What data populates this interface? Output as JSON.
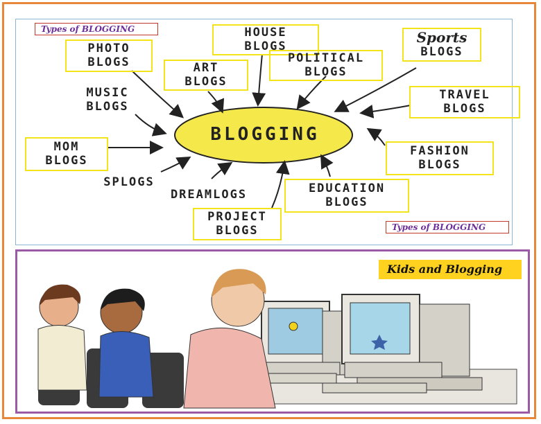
{
  "top": {
    "tag_top": "Types of  BLOGGING",
    "tag_bottom": "Types of  BLOGGING",
    "center": "BLOGGING",
    "labels": {
      "photo": [
        "PHOTO",
        "BLOGS"
      ],
      "house": [
        "HOUSE",
        "BLOGS"
      ],
      "art": [
        "ART",
        "BLOGS"
      ],
      "political": [
        "POLITICAL",
        "BLOGS"
      ],
      "sports": [
        "Sports",
        "BLOGS"
      ],
      "music": [
        "MUSIC",
        "BLOGS"
      ],
      "travel": [
        "TRAVEL",
        "BLOGS"
      ],
      "mom": [
        "MOM",
        "BLOGS"
      ],
      "splogs": [
        "SPLOGS"
      ],
      "fashion": [
        "FASHION",
        "BLOGS"
      ],
      "dreamlogs": [
        "DREAMLOGS"
      ],
      "education": [
        "EDUCATION",
        "BLOGS"
      ],
      "project": [
        "PROJECT",
        "BLOGS"
      ]
    }
  },
  "bottom": {
    "banner": "Kids and Blogging"
  },
  "colors": {
    "outer_border": "#e8863a",
    "bottom_border": "#9a5aa5",
    "box_yellow": "#f2e31a",
    "ellipse_fill": "#f4e84a",
    "banner_yellow": "#ffd21f"
  }
}
